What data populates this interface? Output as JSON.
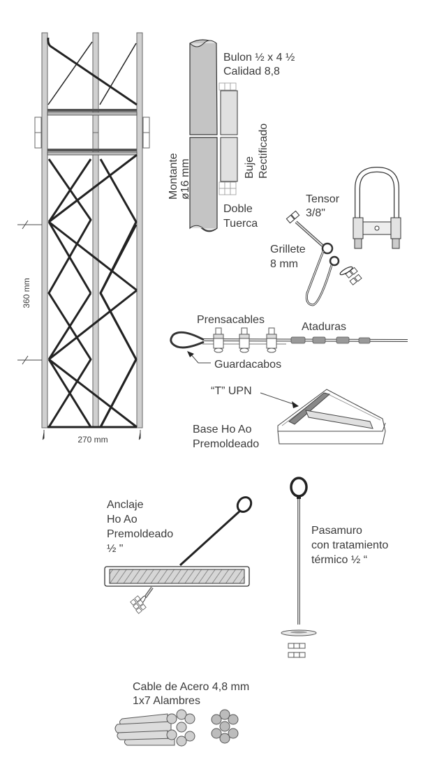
{
  "title": "Tower kit components diagram",
  "tower": {
    "height_label": "360 mm",
    "width_label": "270 mm"
  },
  "bolt_detail": {
    "bolt_label_line1": "Bulon ½ x 4 ½",
    "bolt_label_line2": "Calidad 8,8",
    "bushing_label_line1": "Buje",
    "bushing_label_line2": "Rectificado",
    "upright_label_line1": "Montante",
    "upright_label_line2": "ø16 mm",
    "nut_label_line1": "Doble",
    "nut_label_line2": "Tuerca"
  },
  "tensioner": {
    "tensor_line1": "Tensor",
    "tensor_line2": "3/8\"",
    "shackle_line1": "Grillete",
    "shackle_line2": "8 mm"
  },
  "cable_assembly": {
    "clamps_label": "Prensacables",
    "ties_label": "Ataduras",
    "thimble_label": "Guardacabos"
  },
  "base": {
    "upn_label": "“T” UPN",
    "base_line1": "Base Ho Ao",
    "base_line2": "Premoldeado"
  },
  "anchor": {
    "line1": "Anclaje",
    "line2": "Ho Ao",
    "line3": "Premoldeado",
    "line4": "½  \""
  },
  "wall_pass": {
    "line1": "Pasamuro",
    "line2": "con tratamiento",
    "line3": "térmico ½ “"
  },
  "steel_cable": {
    "line1": "Cable de Acero 4,8 mm",
    "line2": "1x7 Alambres"
  },
  "colors": {
    "line": "#2a2a2a",
    "fill_gray": "#c8c8c8",
    "fill_light": "#e2e2e2",
    "text": "#3a3a3a"
  }
}
